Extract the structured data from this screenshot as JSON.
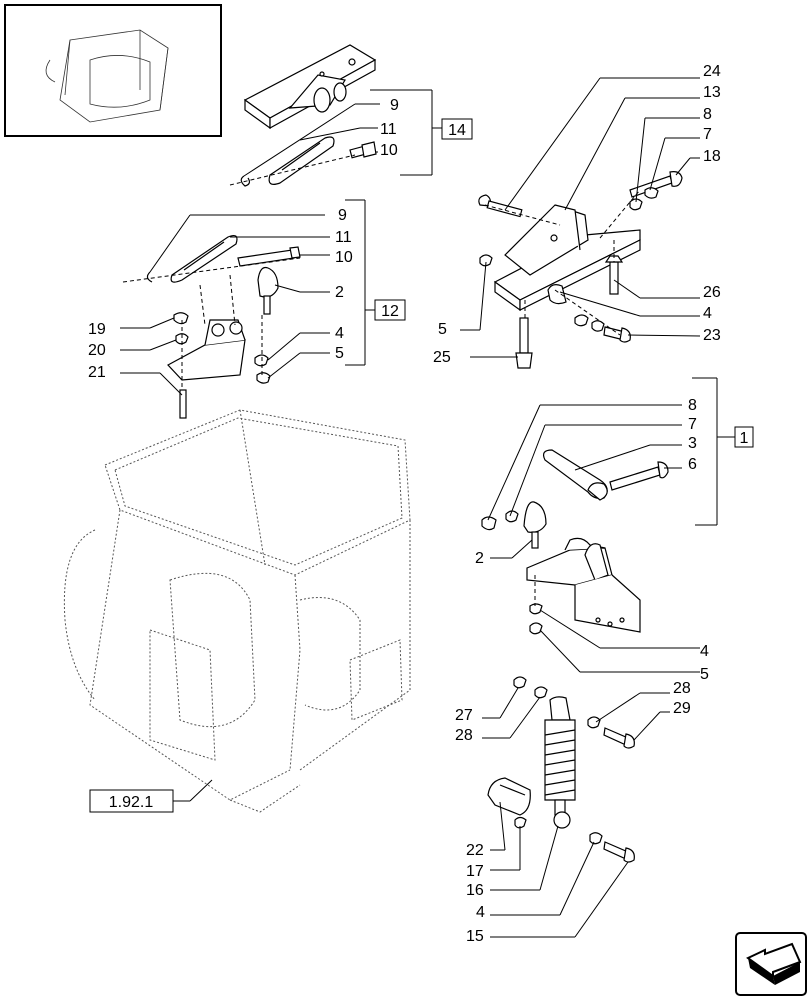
{
  "thumbnail": {
    "name": "cab-overview-thumbnail"
  },
  "reference_box": {
    "label": "1.92.1"
  },
  "group_boxes": {
    "g14": "14",
    "g12": "12",
    "g1": "1"
  },
  "callouts": {
    "c24": "24",
    "c13": "13",
    "c8a": "8",
    "c7a": "7",
    "c18": "18",
    "c26": "26",
    "c4a": "4",
    "c23": "23",
    "c5a": "5",
    "c25": "25",
    "c9a": "9",
    "c11a": "11",
    "c10a": "10",
    "c9b": "9",
    "c11b": "11",
    "c10b": "10",
    "c2a": "2",
    "c4b": "4",
    "c5b": "5",
    "c19": "19",
    "c20": "20",
    "c21": "21",
    "c8b": "8",
    "c7b": "7",
    "c3": "3",
    "c6": "6",
    "c2b": "2",
    "c4c": "4",
    "c5c": "5",
    "c28a": "28",
    "c29": "29",
    "c27": "27",
    "c28b": "28",
    "c22": "22",
    "c17": "17",
    "c16": "16",
    "c4d": "4",
    "c15": "15"
  },
  "nav_icon": "next-page-arrow-icon"
}
